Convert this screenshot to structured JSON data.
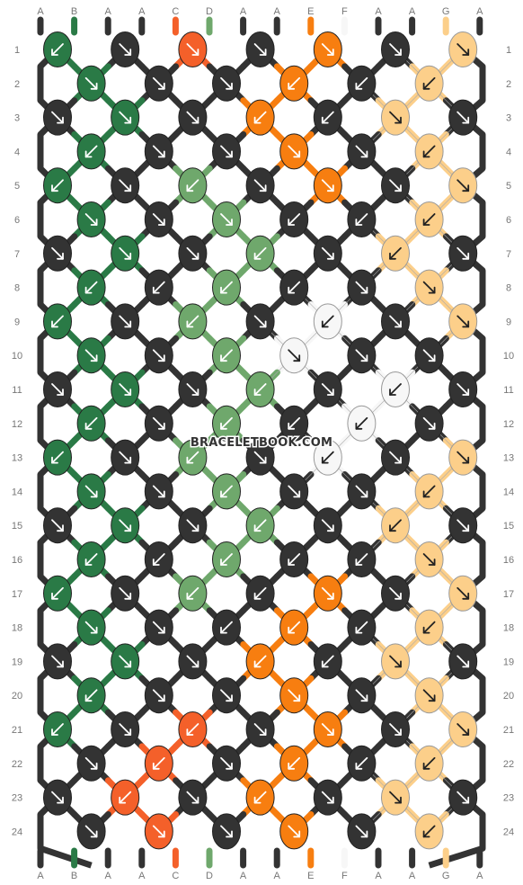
{
  "colors": {
    "A": "#333333",
    "B": "#2a7a46",
    "C": "#f4602a",
    "D": "#6fa86c",
    "E": "#f77e10",
    "F": "#f7f7f7",
    "G": "#fccf8a"
  },
  "strand_labels": [
    "A",
    "B",
    "A",
    "A",
    "C",
    "D",
    "A",
    "A",
    "E",
    "F",
    "A",
    "A",
    "G",
    "A"
  ],
  "row_numbers": [
    "1",
    "2",
    "3",
    "4",
    "5",
    "6",
    "7",
    "8",
    "9",
    "10",
    "11",
    "12",
    "13",
    "14",
    "15",
    "16",
    "17",
    "18",
    "19",
    "20",
    "21",
    "22",
    "23",
    "24"
  ],
  "rows": [
    [
      "B",
      "A",
      "C",
      "A",
      "E",
      "A",
      "G"
    ],
    [
      "B",
      "A",
      "A",
      "E",
      "A",
      "G"
    ],
    [
      "A",
      "B",
      "A",
      "E",
      "A",
      "G",
      "A"
    ],
    [
      "B",
      "A",
      "A",
      "E",
      "A",
      "G"
    ],
    [
      "B",
      "A",
      "D",
      "A",
      "E",
      "A",
      "G"
    ],
    [
      "B",
      "A",
      "D",
      "A",
      "A",
      "G"
    ],
    [
      "A",
      "B",
      "A",
      "D",
      "A",
      "G",
      "A"
    ],
    [
      "B",
      "A",
      "D",
      "A",
      "A",
      "G"
    ],
    [
      "B",
      "A",
      "D",
      "A",
      "F",
      "A",
      "G"
    ],
    [
      "B",
      "A",
      "D",
      "F",
      "A",
      "A"
    ],
    [
      "A",
      "B",
      "A",
      "D",
      "A",
      "F",
      "A"
    ],
    [
      "B",
      "A",
      "D",
      "A",
      "F",
      "A"
    ],
    [
      "B",
      "A",
      "D",
      "A",
      "F",
      "A",
      "G"
    ],
    [
      "B",
      "A",
      "D",
      "A",
      "A",
      "G"
    ],
    [
      "A",
      "B",
      "A",
      "D",
      "A",
      "G",
      "A"
    ],
    [
      "B",
      "A",
      "D",
      "A",
      "A",
      "G"
    ],
    [
      "B",
      "A",
      "D",
      "A",
      "E",
      "A",
      "G"
    ],
    [
      "B",
      "A",
      "A",
      "E",
      "A",
      "G"
    ],
    [
      "A",
      "B",
      "A",
      "E",
      "A",
      "G",
      "A"
    ],
    [
      "B",
      "A",
      "A",
      "E",
      "A",
      "G"
    ],
    [
      "B",
      "A",
      "C",
      "A",
      "E",
      "A",
      "G"
    ],
    [
      "A",
      "C",
      "A",
      "E",
      "A",
      "G"
    ],
    [
      "A",
      "C",
      "A",
      "E",
      "A",
      "G",
      "A"
    ],
    [
      "A",
      "C",
      "A",
      "E",
      "A",
      "G"
    ]
  ],
  "knot_arrows": [
    [
      "sw",
      "se",
      "se",
      "se",
      "se",
      "se",
      "se"
    ],
    [
      "se",
      "se",
      "se",
      "sw",
      "sw",
      "sw"
    ],
    [
      "se",
      "se",
      "se",
      "sw",
      "sw",
      "se",
      "se"
    ],
    [
      "sw",
      "se",
      "se",
      "se",
      "se",
      "sw"
    ],
    [
      "sw",
      "se",
      "sw",
      "se",
      "se",
      "se",
      "se"
    ],
    [
      "se",
      "se",
      "se",
      "sw",
      "sw",
      "sw"
    ],
    [
      "se",
      "se",
      "se",
      "sw",
      "se",
      "sw",
      "se"
    ],
    [
      "sw",
      "sw",
      "sw",
      "sw",
      "se",
      "se"
    ],
    [
      "sw",
      "se",
      "sw",
      "se",
      "sw",
      "se",
      "se"
    ],
    [
      "se",
      "se",
      "sw",
      "se",
      "se",
      "se"
    ],
    [
      "se",
      "se",
      "se",
      "sw",
      "se",
      "sw",
      "se"
    ],
    [
      "sw",
      "se",
      "sw",
      "sw",
      "sw",
      "se"
    ],
    [
      "sw",
      "se",
      "sw",
      "se",
      "sw",
      "se",
      "se"
    ],
    [
      "se",
      "se",
      "sw",
      "se",
      "se",
      "sw"
    ],
    [
      "se",
      "se",
      "se",
      "sw",
      "se",
      "sw",
      "se"
    ],
    [
      "sw",
      "sw",
      "sw",
      "sw",
      "sw",
      "se"
    ],
    [
      "sw",
      "se",
      "sw",
      "sw",
      "se",
      "se",
      "se"
    ],
    [
      "se",
      "se",
      "sw",
      "sw",
      "sw",
      "sw"
    ],
    [
      "se",
      "se",
      "se",
      "sw",
      "sw",
      "se",
      "se"
    ],
    [
      "sw",
      "se",
      "se",
      "se",
      "se",
      "se"
    ],
    [
      "sw",
      "se",
      "sw",
      "se",
      "se",
      "se",
      "se"
    ],
    [
      "se",
      "sw",
      "se",
      "sw",
      "sw",
      "sw"
    ],
    [
      "se",
      "sw",
      "se",
      "sw",
      "se",
      "se",
      "se"
    ],
    [
      "se",
      "se",
      "se",
      "se",
      "se",
      "sw"
    ]
  ],
  "watermark": "BRACELETBOOK.COM"
}
